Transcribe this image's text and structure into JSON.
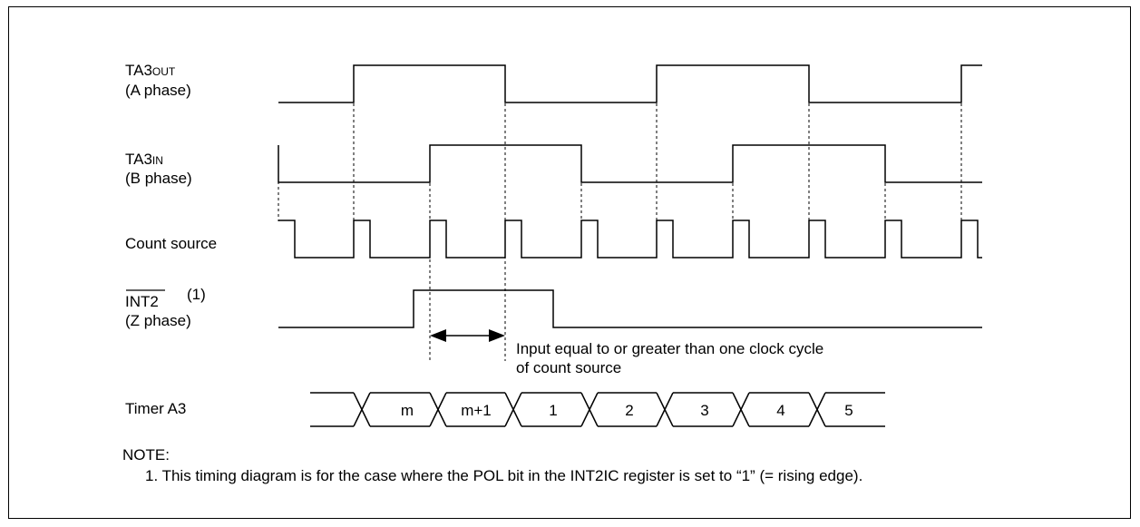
{
  "signals": {
    "ta3out": {
      "name_main": "TA3",
      "name_sub": "OUT",
      "phase": "(A phase)"
    },
    "ta3in": {
      "name_main": "TA3",
      "name_sub": "IN",
      "phase": "(B phase)"
    },
    "count_source": {
      "name": "Count source"
    },
    "int2": {
      "name": "INT2",
      "superscript": "(1)",
      "phase": "(Z phase)"
    },
    "timer_a3": {
      "name": "Timer A3",
      "values": [
        "m",
        "m+1",
        "1",
        "2",
        "3",
        "4",
        "5"
      ]
    }
  },
  "annotation": {
    "line1": "Input equal to or greater than one clock cycle",
    "line2": "of count source"
  },
  "note": {
    "heading": "NOTE:",
    "item1": "1. This timing diagram is for the case where the POL bit in the INT2IC register is set to “1” (= rising edge)."
  }
}
